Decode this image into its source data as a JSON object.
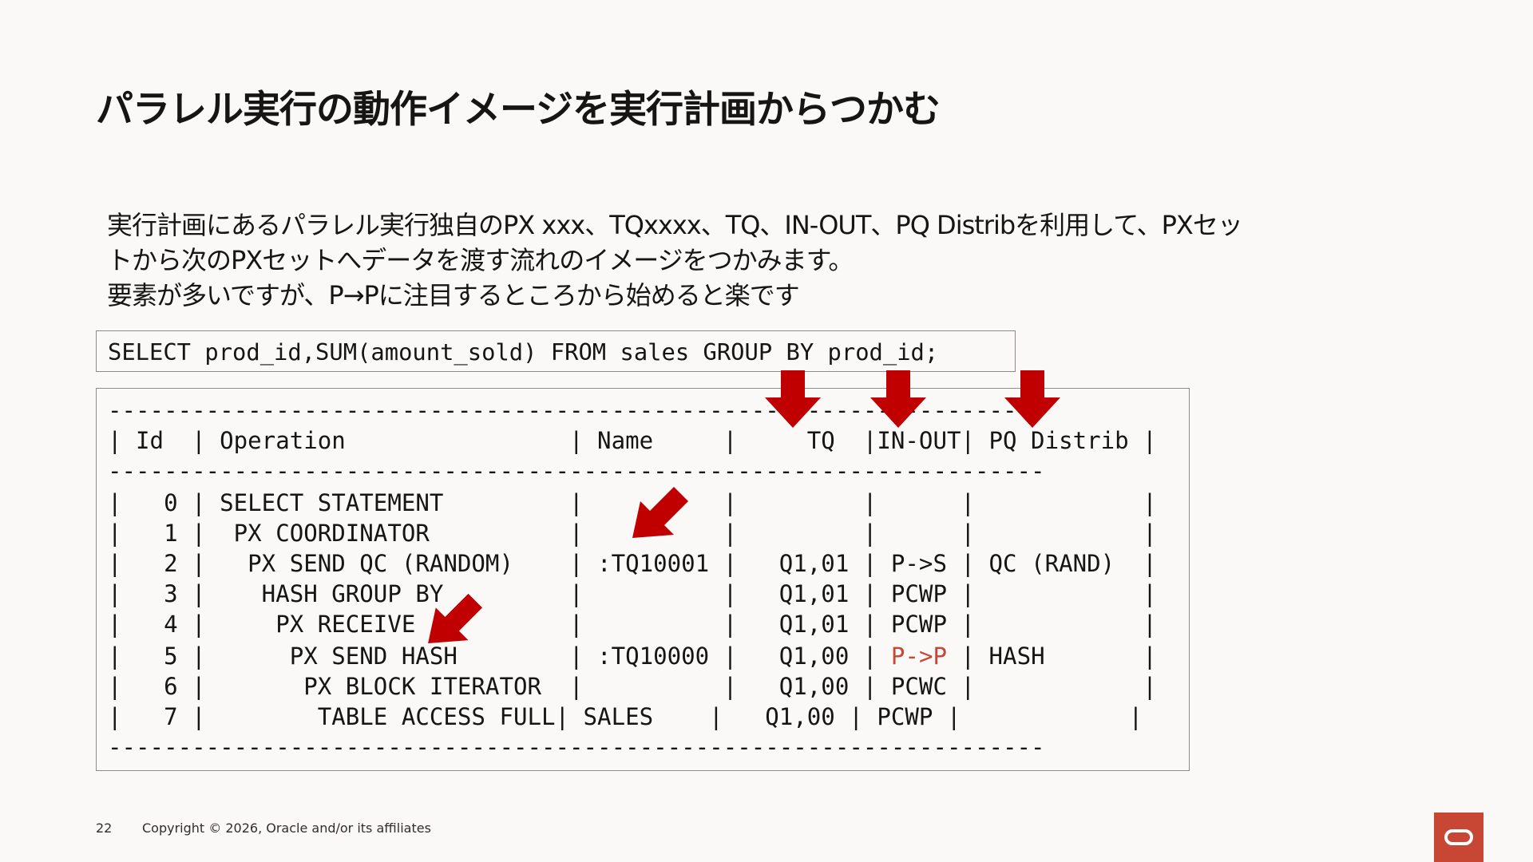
{
  "slide": {
    "title": "パラレル実行の動作イメージを実行計画からつかむ",
    "description": [
      "実行計画にあるパラレル実行独自のPX xxx、TQxxxx、TQ、IN-OUT、PQ Distribを利用して、PXセッ",
      "トから次のPXセットへデータを渡す流れのイメージをつかみます。",
      "要素が多いですが、P→Pに注目するところから始めると楽です"
    ],
    "sql": "SELECT prod_id,SUM(amount_sold) FROM sales GROUP BY prod_id;",
    "plan": {
      "separator": "-------------------------------------------------------------------",
      "header": "| Id  | Operation                | Name     |     TQ  |IN-OUT| PQ Distrib |",
      "rows": [
        {
          "pre": "|   0 | SELECT STATEMENT         |          |         |      ",
          "hl": "",
          "post": "|            |"
        },
        {
          "pre": "|   1 |  PX COORDINATOR          |          |         |      ",
          "hl": "",
          "post": "|            |"
        },
        {
          "pre": "|   2 |   PX SEND QC (RANDOM)    | :TQ10001 |   Q1,01 | P->S ",
          "hl": "",
          "post": "| QC (RAND)  |"
        },
        {
          "pre": "|   3 |    HASH GROUP BY         |          |   Q1,01 | PCWP ",
          "hl": "",
          "post": "|            |"
        },
        {
          "pre": "|   4 |     PX RECEIVE           |          |   Q1,01 | PCWP ",
          "hl": "",
          "post": "|            |"
        },
        {
          "pre": "|   5 |      PX SEND HASH        | :TQ10000 |   Q1,00 | ",
          "hl": "P->P",
          "post": " | HASH       |"
        },
        {
          "pre": "|   6 |       PX BLOCK ITERATOR  |          |   Q1,00 | PCWC ",
          "hl": "",
          "post": "|            |"
        },
        {
          "pre": "|   7 |        TABLE ACCESS FULL| SALES    |   Q1,00 | PCWP ",
          "hl": "",
          "post": "|            |"
        }
      ]
    },
    "footer": {
      "page_number": "22",
      "copyright": "Copyright © 2026, Oracle and/or its affiliates"
    },
    "colors": {
      "accent_red": "#c00000",
      "oracle_red": "#c74634",
      "background": "#fbf9f8"
    },
    "icons": [
      "arrow-down-icon",
      "arrow-diagonal-icon",
      "oracle-logo-icon"
    ]
  }
}
